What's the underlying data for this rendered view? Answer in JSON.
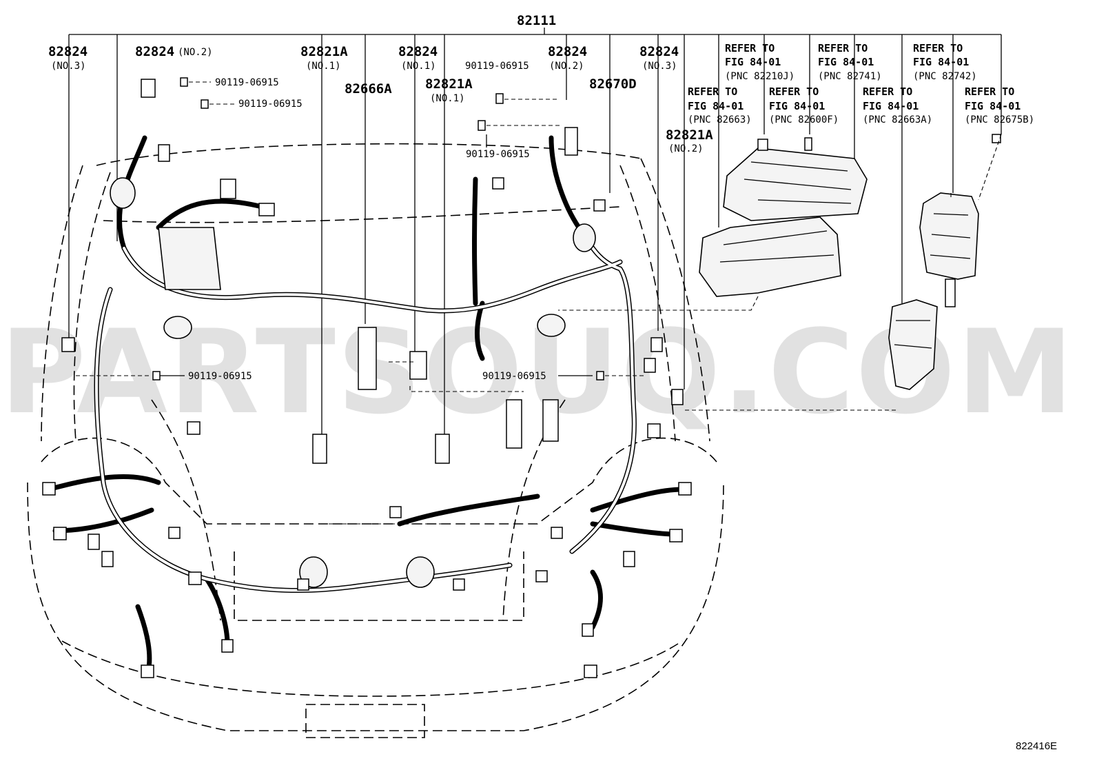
{
  "main_part": "82111",
  "labels": [
    {
      "id": "l1",
      "text": "82824",
      "sub": "(NO.3)"
    },
    {
      "id": "l2",
      "text": "82824",
      "sub": "(NO.2)"
    },
    {
      "id": "l3",
      "text": "82821A",
      "sub": "(NO.1)"
    },
    {
      "id": "l4",
      "text": "82824",
      "sub": "(NO.1)"
    },
    {
      "id": "l5",
      "text": "82666A",
      "sub": ""
    },
    {
      "id": "l6",
      "text": "82821A",
      "sub": "(NO.1)"
    },
    {
      "id": "l7",
      "text": "82824",
      "sub": "(NO.2)"
    },
    {
      "id": "l8",
      "text": "82670D",
      "sub": ""
    },
    {
      "id": "l9",
      "text": "82824",
      "sub": "(NO.3)"
    },
    {
      "id": "l10",
      "text": "82821A",
      "sub": "(NO.2)"
    }
  ],
  "bolt_label": "90119-06915",
  "refs": [
    {
      "line1": "REFER TO",
      "line2": "FIG 84-01",
      "line3": "(PNC 82210J)"
    },
    {
      "line1": "REFER TO",
      "line2": "FIG 84-01",
      "line3": "(PNC 82741)"
    },
    {
      "line1": "REFER TO",
      "line2": "FIG 84-01",
      "line3": "(PNC 82742)"
    },
    {
      "line1": "REFER TO",
      "line2": "FIG 84-01",
      "line3": "(PNC 82663)"
    },
    {
      "line1": "REFER TO",
      "line2": "FIG 84-01",
      "line3": "(PNC 82600F)"
    },
    {
      "line1": "REFER TO",
      "line2": "FIG 84-01",
      "line3": "(PNC 82663A)"
    },
    {
      "line1": "REFER TO",
      "line2": "FIG 84-01",
      "line3": "(PNC 82675B)"
    }
  ],
  "watermark": "PARTSOUQ.COM",
  "figure_code": "822416E"
}
